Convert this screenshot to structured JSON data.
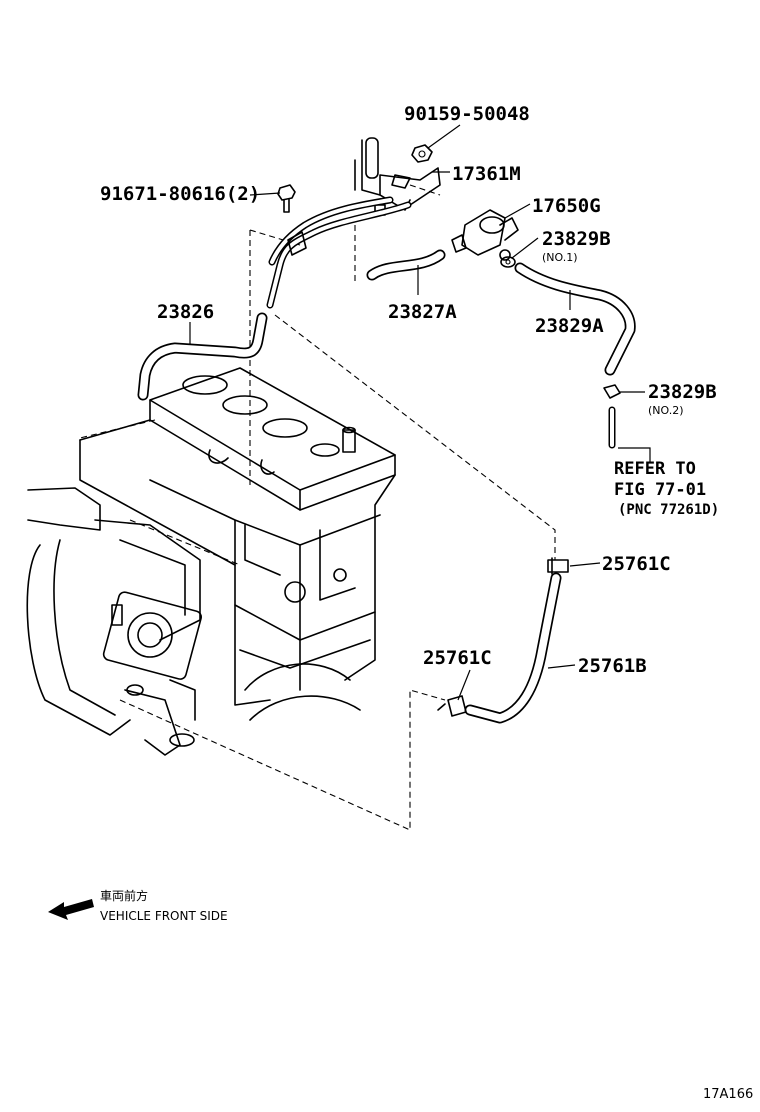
{
  "parts": {
    "p90159": "90159-50048",
    "p17361": "17361M",
    "p91671": "91671-80616(2)",
    "p17650": "17650G",
    "p23829B_1": "23829B",
    "p23829B_1_sub": "(NO.1)",
    "p23826": "23826",
    "p23827A": "23827A",
    "p23829A": "23829A",
    "p23829B_2": "23829B",
    "p23829B_2_sub": "(NO.2)",
    "p25761C_top": "25761C",
    "p25761C_mid": "25761C",
    "p25761B": "25761B"
  },
  "refer": {
    "line1": "REFER TO",
    "line2": "FIG 77-01",
    "line3": "(PNC 77261D)"
  },
  "direction": {
    "japanese": "車両前方",
    "english": "VEHICLE FRONT SIDE"
  },
  "figure_code": "17A166"
}
